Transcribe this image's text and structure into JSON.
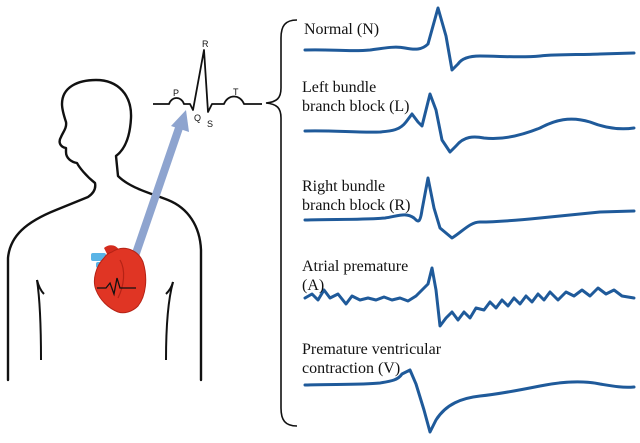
{
  "colors": {
    "trace": "#1f5a9a",
    "arrow": "#8ea4cf",
    "heart": "#e03524",
    "heart_vessel": "#5ab4e6",
    "outline": "#111111"
  },
  "ecg_complex": {
    "wave_labels": [
      "P",
      "Q",
      "R",
      "S",
      "T"
    ]
  },
  "classes": [
    {
      "label_lines": [
        "Normal (N)"
      ],
      "trace_kind": "normal"
    },
    {
      "label_lines": [
        "Left bundle",
        "branch block (L)"
      ],
      "trace_kind": "lbbb"
    },
    {
      "label_lines": [
        "Right bundle",
        "branch block (R)"
      ],
      "trace_kind": "rbbb"
    },
    {
      "label_lines": [
        "Atrial premature",
        "(A)"
      ],
      "trace_kind": "apc"
    },
    {
      "label_lines": [
        "Premature ventricular",
        "contraction (V)"
      ],
      "trace_kind": "pvc"
    }
  ],
  "icons": {
    "body": "human-torso-outline-icon",
    "heart": "heart-icon",
    "arrow": "pointer-arrow-icon",
    "brace": "curly-brace-icon"
  }
}
